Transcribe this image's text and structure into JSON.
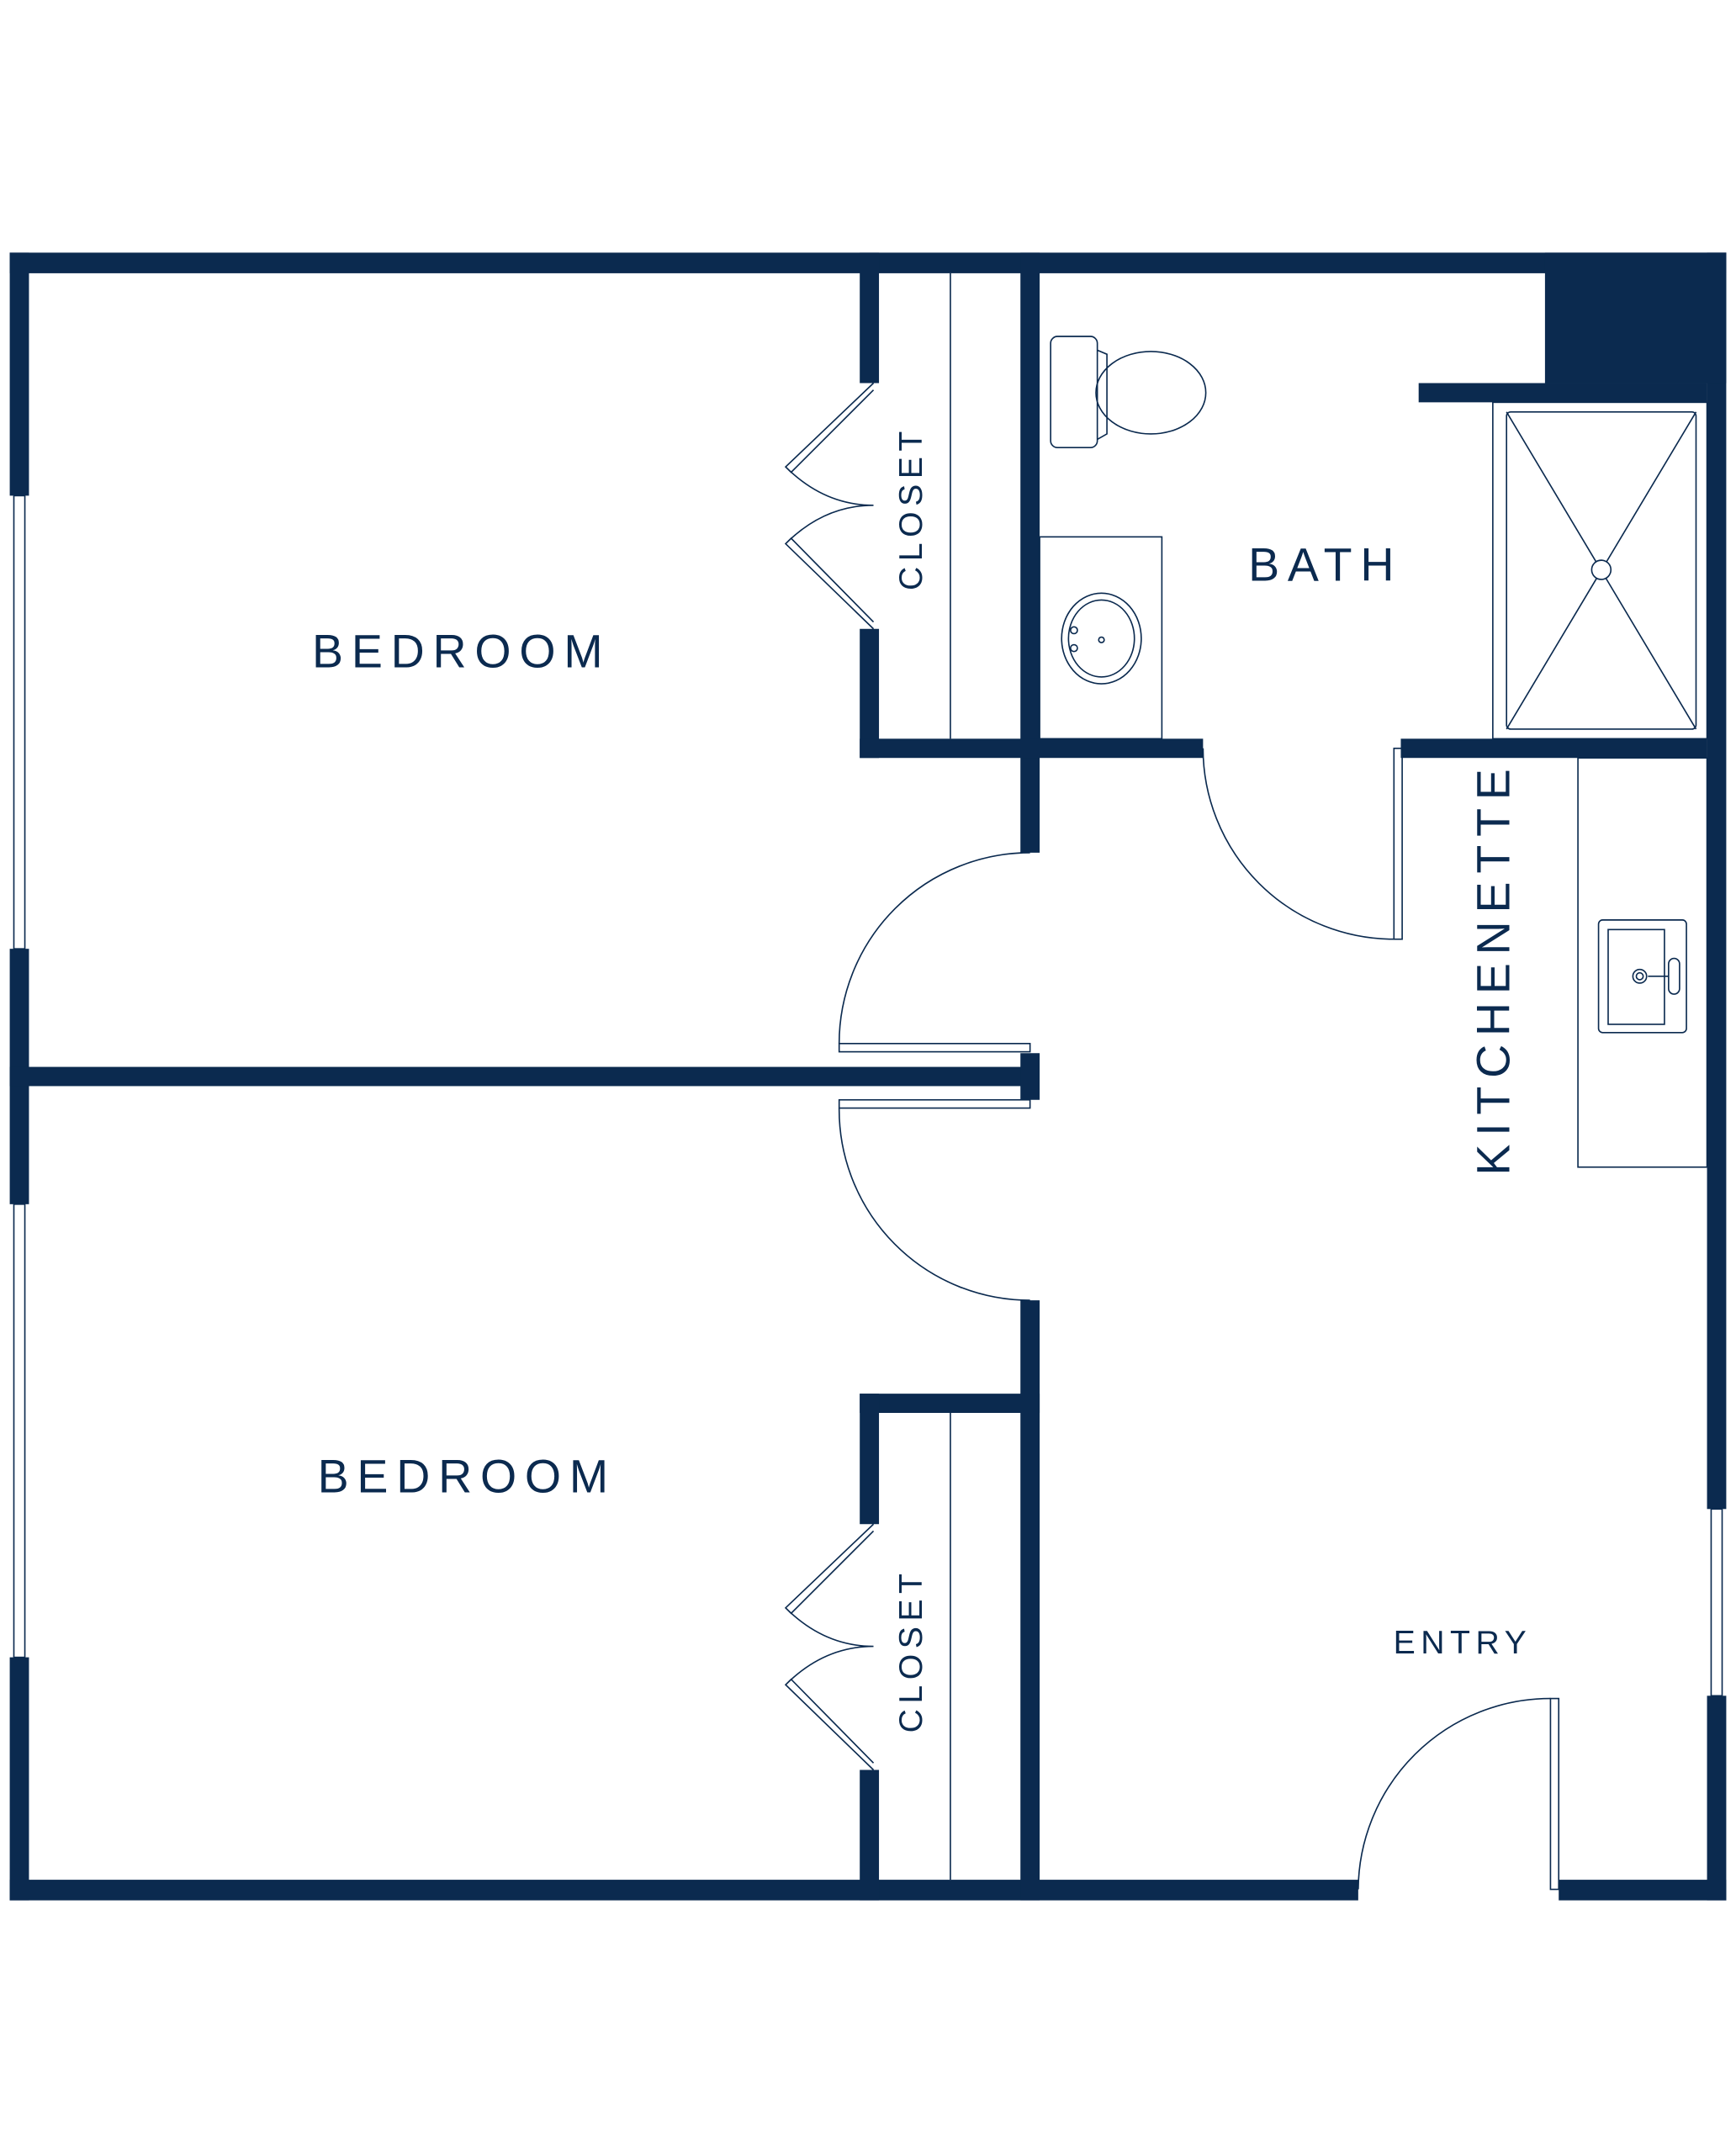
{
  "rooms": {
    "bedroom_top": "BEDROOM",
    "bedroom_bottom": "BEDROOM",
    "closet_top": "CLOSET",
    "closet_bottom": "CLOSET",
    "bath": "BATH",
    "kitchenette": "KITCHENETTE",
    "entry": "ENTRY"
  },
  "colors": {
    "wall": "#0b2a4f",
    "background": "#ffffff"
  }
}
